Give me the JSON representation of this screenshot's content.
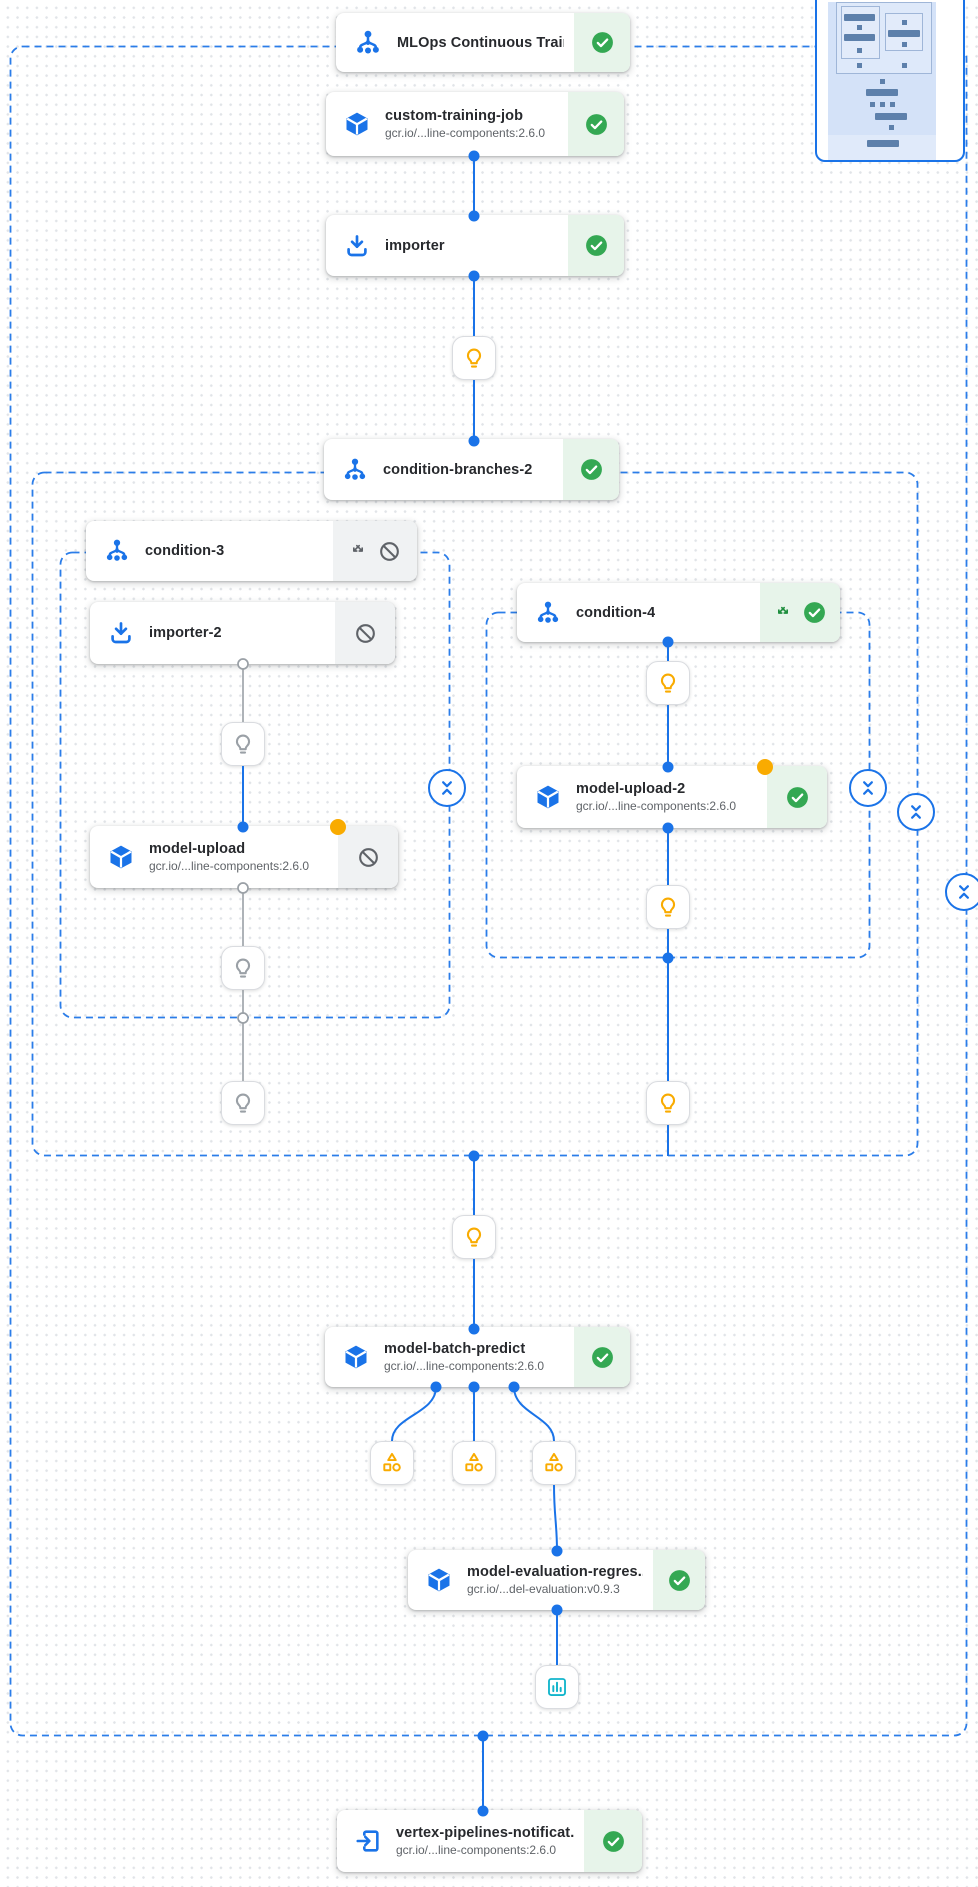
{
  "pipeline": {
    "nodes": {
      "pipeline_header": {
        "title": "MLOps Continuous Traini...",
        "icon": "dag-icon",
        "status_icon": "check-circle-icon"
      },
      "custom_training_job": {
        "title": "custom-training-job",
        "subtitle": "gcr.io/...line-components:2.6.0",
        "icon": "cube-icon",
        "status_icon": "check-circle-icon"
      },
      "importer": {
        "title": "importer",
        "icon": "download-icon",
        "status_icon": "check-circle-icon"
      },
      "condition_branches_2": {
        "title": "condition-branches-2",
        "icon": "dag-icon",
        "status_icon": "check-circle-icon"
      },
      "condition_3": {
        "title": "condition-3",
        "icon": "dag-icon",
        "status_icons": [
          "split-arrow-icon",
          "blocked-icon"
        ]
      },
      "importer_2": {
        "title": "importer-2",
        "icon": "download-icon",
        "status_icon": "blocked-icon"
      },
      "model_upload": {
        "title": "model-upload",
        "subtitle": "gcr.io/...line-components:2.6.0",
        "icon": "cube-icon",
        "status_icon": "blocked-icon"
      },
      "condition_4": {
        "title": "condition-4",
        "icon": "dag-icon",
        "status_icons": [
          "split-arrow-icon",
          "check-circle-icon"
        ]
      },
      "model_upload_2": {
        "title": "model-upload-2",
        "subtitle": "gcr.io/...line-components:2.6.0",
        "icon": "cube-icon",
        "status_icon": "check-circle-icon"
      },
      "model_batch_predict": {
        "title": "model-batch-predict",
        "subtitle": "gcr.io/...line-components:2.6.0",
        "icon": "cube-icon",
        "status_icon": "check-circle-icon"
      },
      "model_evaluation": {
        "title": "model-evaluation-regres...",
        "subtitle": "gcr.io/...del-evaluation:v0.9.3",
        "icon": "cube-icon",
        "status_icon": "check-circle-icon"
      },
      "vertex_pipelines_notification": {
        "title": "vertex-pipelines-notificat...",
        "subtitle": "gcr.io/...line-components:2.6.0",
        "icon": "exit-to-app-icon",
        "status_icon": "check-circle-icon"
      }
    },
    "markers": {
      "condition_marker": "lightbulb-icon",
      "artifact_marker": "artifact-icon",
      "metrics_marker": "metrics-icon",
      "collapse_control": "collapse-icon"
    },
    "colors": {
      "accent_blue": "#1a73e8",
      "success_green": "#34a853",
      "success_bg": "#e7f4ea",
      "skipped_gray_bg": "#f0f2f3",
      "skipped_icon_gray": "#5f6368",
      "warning_amber": "#f9ab00",
      "metrics_cyan": "#12b5cb",
      "edge_gray": "#9aa0a6"
    }
  }
}
